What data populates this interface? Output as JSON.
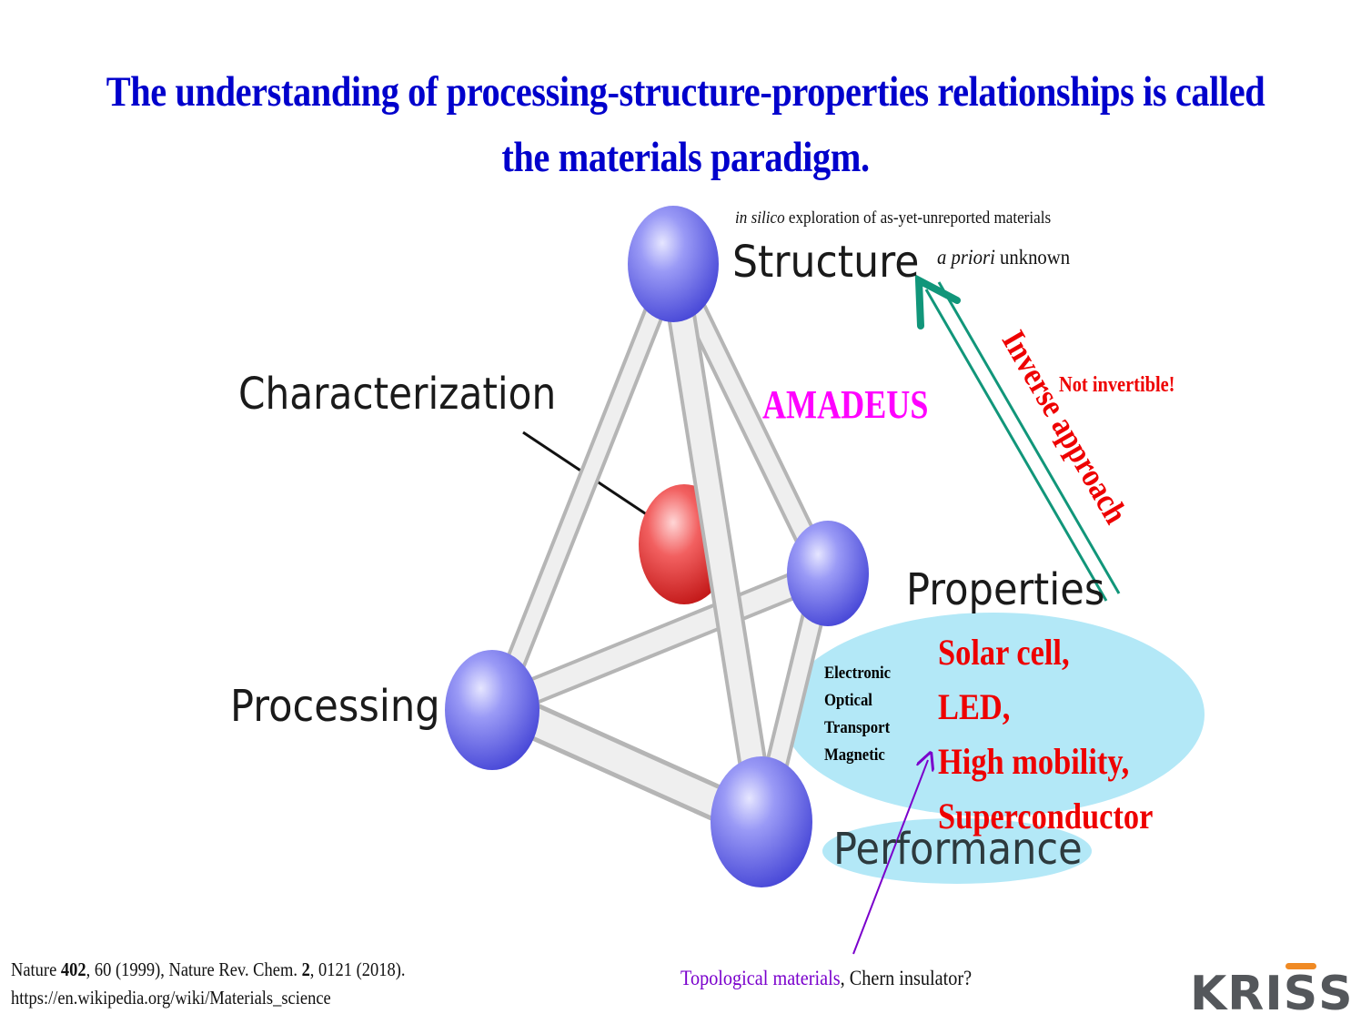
{
  "title": {
    "line1": "The understanding of processing-structure-properties relationships is called",
    "line2": "the materials paradigm."
  },
  "labels": {
    "structure": "Structure",
    "characterization": "Characterization",
    "processing": "Processing",
    "properties": "Properties",
    "performance": "Performance"
  },
  "annotations": {
    "in_silico_italic": "in silico",
    "in_silico_rest": " exploration of as-yet-unreported materials",
    "a_priori_italic": "a priori",
    "a_priori_rest": " unknown",
    "amadeus": "AMADEUS",
    "inverse_approach": "Inverse approach",
    "not_invertible": "Not invertible!",
    "topological": "Topological materials",
    "chern": ", Chern insulator?"
  },
  "property_types": [
    "Electronic",
    "Optical",
    "Transport",
    "Magnetic"
  ],
  "applications": [
    "Solar cell,",
    "LED,",
    "High mobility,",
    "Superconductor"
  ],
  "references": {
    "line1_parts": [
      "Nature ",
      "402",
      ", 60 (1999), Nature Rev. Chem. ",
      "2",
      ", 0121 (2018)."
    ],
    "line2": "https://en.wikipedia.org/wiki/Materials_science"
  },
  "logo": {
    "text_before": "KRI",
    "text_s1": "S",
    "text_s2": "S"
  },
  "colors": {
    "title": "#0000cc",
    "amadeus": "#ff00ff",
    "red": "#ee0000",
    "green_arrow": "#11967a",
    "purple": "#7a00cc",
    "ellipse": "#b3e8f7",
    "sphere": "#7c7cf0",
    "sphere_center": "#ee4444",
    "logo_accent": "#f08a24"
  }
}
